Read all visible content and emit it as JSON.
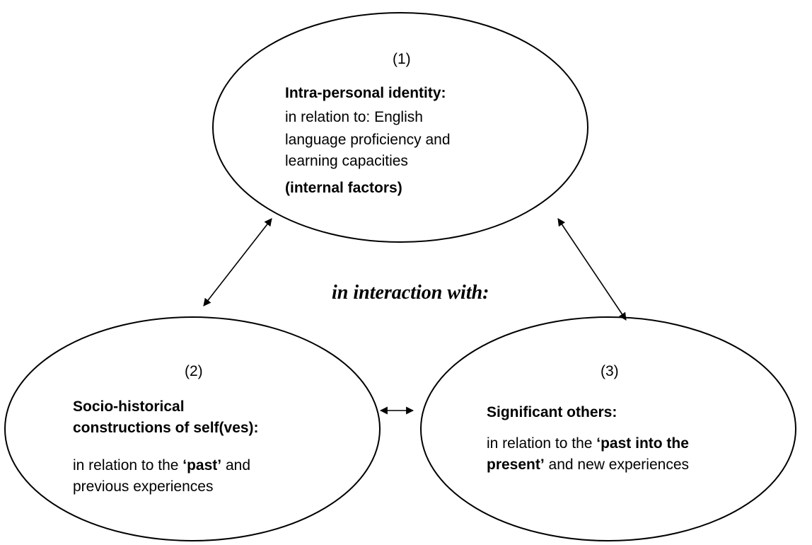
{
  "colors": {
    "stroke": "#000000",
    "background": "#ffffff"
  },
  "center_label": "in interaction with:",
  "nodes": {
    "intra_personal": {
      "number": "(1)",
      "heading": "Intra-personal identity:",
      "body_line_1": "in relation to: English",
      "body_line_2": "language proficiency and",
      "body_line_3": "learning capacities",
      "note": "(internal factors)"
    },
    "socio_historical": {
      "number": "(2)",
      "heading_line_1": "Socio-historical",
      "heading_line_2": "constructions of self(ves):",
      "body_prefix": "in relation to the ",
      "body_bold": "‘past’",
      "body_suffix": " and",
      "body_line_2": "previous experiences"
    },
    "significant_others": {
      "number": "(3)",
      "heading": "Significant others:",
      "body_prefix": "in relation to the ",
      "body_bold_1": "‘past into the",
      "body_bold_2": "present’",
      "body_suffix": " and new experiences"
    }
  }
}
